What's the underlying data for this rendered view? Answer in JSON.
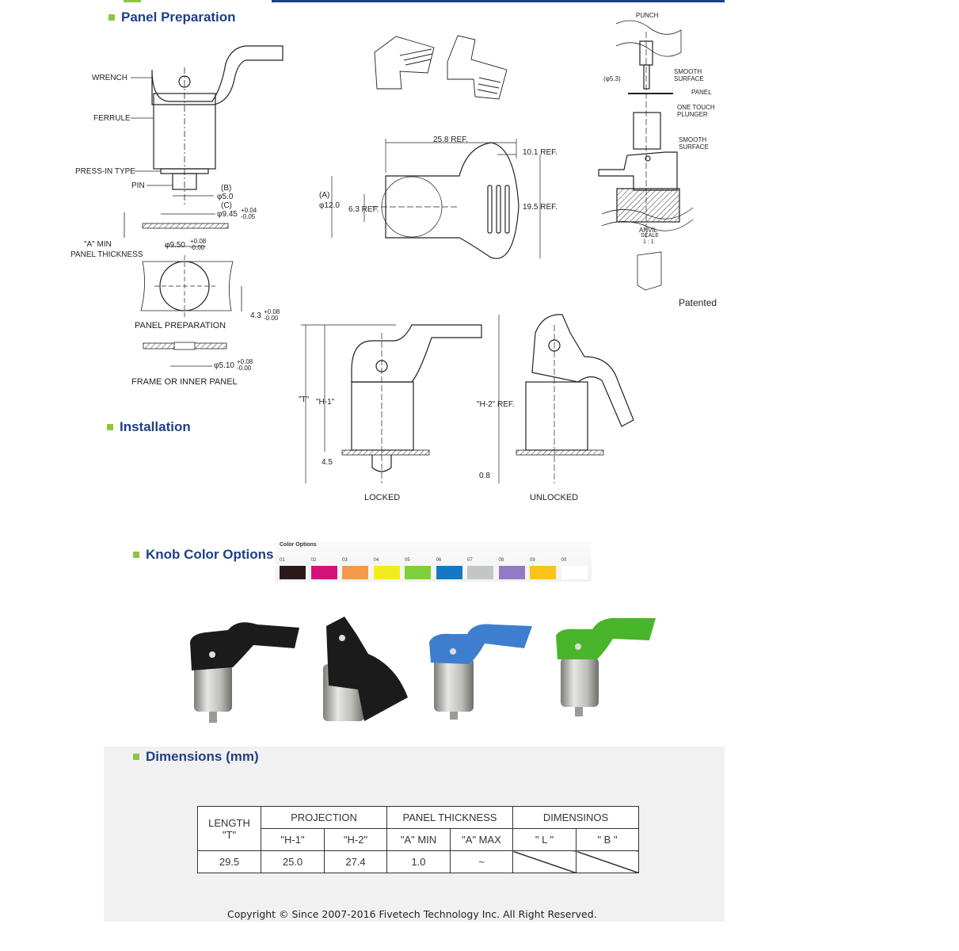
{
  "sections": {
    "panel_preparation": "Panel Preparation",
    "installation": "Installation",
    "knob_color_options": "Knob Color Options",
    "dimensions": "Dimensions (mm)"
  },
  "drawing_labels": {
    "wrench": "WRENCH",
    "ferrule": "FERRULE",
    "press_in_type": "PRESS-IN TYPE",
    "pin": "PIN",
    "b": "(B)",
    "phi5": "φ5.0",
    "c": "(C)",
    "phi945": "φ9.45",
    "tol945": "+0.04 -0.05",
    "a_min": "\"A\" MIN",
    "panel_thickness": "PANEL THICKNESS",
    "phi950": "φ9.50",
    "tol950": "+0.08 -0.00",
    "dim43": "4.3",
    "tol43": "+0.08 -0.00",
    "panel_preparation": "PANEL PREPARATION",
    "phi510": "φ5.10",
    "tol510": "+0.08 -0.00",
    "frame_inner_panel": "FRAME OR INNER PANEL",
    "ref258": "25.8 REF.",
    "ref101": "10.1 REF.",
    "a": "(A)",
    "phi12": "φ12.0",
    "ref63": "6.3 REF.",
    "ref195": "19.5 REF.",
    "punch": "PUNCH",
    "smooth_surface": "SMOOTH SURFACE",
    "phi53": "(φ5.3)",
    "panel": "PANEL",
    "one_touch_plunger": "ONE TOUCH PLUNGER",
    "anvil": "ANVIL",
    "scale": "SCALE",
    "scale_ratio": "1 : 1",
    "patented": "Patented",
    "t": "\"T\"",
    "h1": "\"H-1\"",
    "h2_ref": "\"H-2\" REF.",
    "dim45": "4.5",
    "dim08": "0.8",
    "locked": "LOCKED",
    "unlocked": "UNLOCKED"
  },
  "color_options": {
    "title": "Color Options",
    "swatches": [
      {
        "code": "01",
        "color": "#2b1a1a"
      },
      {
        "code": "02",
        "color": "#d4127a"
      },
      {
        "code": "03",
        "color": "#f39a4a"
      },
      {
        "code": "04",
        "color": "#f2ec1c"
      },
      {
        "code": "05",
        "color": "#7ed03a"
      },
      {
        "code": "06",
        "color": "#1479c2"
      },
      {
        "code": "07",
        "color": "#c3c7c4"
      },
      {
        "code": "08",
        "color": "#9479c4"
      },
      {
        "code": "09",
        "color": "#f8c41a"
      },
      {
        "code": "00",
        "color": "#ffffff"
      }
    ]
  },
  "product_photos": [
    {
      "name": "black-latch-flat",
      "color": "#1b1b1b"
    },
    {
      "name": "black-latch-raised",
      "color": "#1b1b1b"
    },
    {
      "name": "blue-latch",
      "color": "#3d7fce"
    },
    {
      "name": "green-latch",
      "color": "#49b52a"
    }
  ],
  "dimensions_table": {
    "length_header": "LENGTH",
    "length_sub": "\"T\"",
    "projection_header": "PROJECTION",
    "panel_thickness_header": "PANEL THICKNESS",
    "dimensinos_header": "DIMENSINOS",
    "h1": "\"H-1\"",
    "h2": "\"H-2\"",
    "a_min": "\"A\" MIN",
    "a_max": "\"A\" MAX",
    "l": "\" L \"",
    "b": "\" B \"",
    "row": {
      "t": "29.5",
      "h1": "25.0",
      "h2": "27.4",
      "a_min": "1.0",
      "a_max": "~"
    }
  },
  "copyright": "Copyright © Since 2007-2016 Fivetech Technology Inc. All Right Reserved."
}
